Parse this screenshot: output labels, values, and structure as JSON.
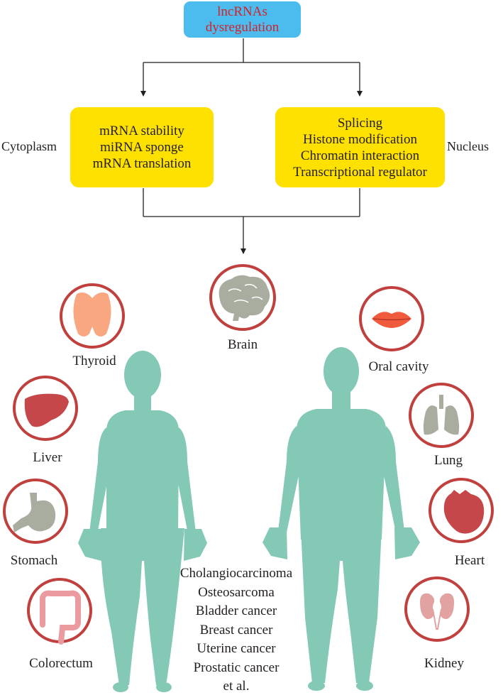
{
  "top": {
    "line1": "lncRNAs",
    "line2": "dysregulation"
  },
  "cytoplasm": {
    "label": "Cytoplasm",
    "items": [
      "mRNA stability",
      "miRNA sponge",
      "mRNA translation"
    ]
  },
  "nucleus": {
    "label": "Nucleus",
    "items": [
      "Splicing",
      "Histone modification",
      "Chromatin interaction",
      "Transcriptional regulator"
    ]
  },
  "organs": {
    "brain": "Brain",
    "thyroid": "Thyroid",
    "liver": "Liver",
    "stomach": "Stomach",
    "colorectum": "Colorectum",
    "oral": "Oral cavity",
    "lung": "Lung",
    "heart": "Heart",
    "kidney": "Kidney"
  },
  "cancers": [
    "Cholangiocarcinoma",
    "Osteosarcoma",
    "Bladder cancer",
    "Breast cancer",
    "Uterine cancer",
    "Prostatic cancer",
    "et al."
  ],
  "colors": {
    "top_box": "#4cbbee",
    "top_text": "#d2232a",
    "yellow_box": "#ffe100",
    "circle_ring": "#c0403e",
    "body": "#84c8b6"
  }
}
